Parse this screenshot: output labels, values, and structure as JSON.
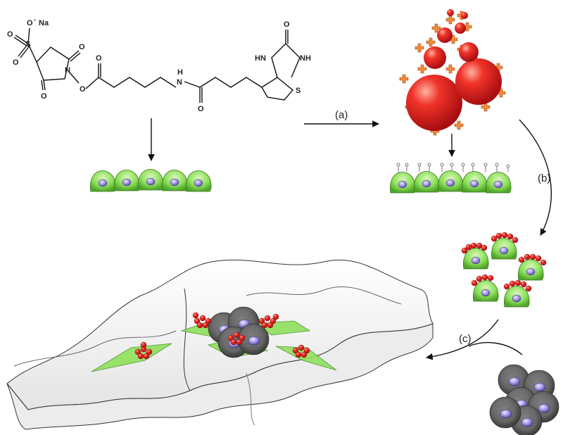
{
  "molecule": {
    "atoms": {
      "o_minus": "O",
      "minus": "-",
      "na": "Na",
      "s_sulfo": "S",
      "o_s_left": "O",
      "o_s_bottom": "O",
      "o_ring_top": "O",
      "o_ring_bottom": "O",
      "n_nhs": "N",
      "o_link": "O",
      "o_ester": "O",
      "nh_amide": "N",
      "h_amide": "H",
      "o_amide": "O",
      "o_urea": "O",
      "nh_left": "HN",
      "nh_right": "NH",
      "s_thio": "S"
    }
  },
  "steps": {
    "a": "(a)",
    "b": "(b)",
    "c": "(c)"
  },
  "colors": {
    "bead": "#e0191b",
    "bead_highlight": "#ff8a7a",
    "cross": "#f08a3c",
    "cell_green": "#7ed957",
    "nucleus": "#8f7fd6",
    "dark_cell": "#5a5a5a",
    "scaffold": "#f1f1f1"
  }
}
